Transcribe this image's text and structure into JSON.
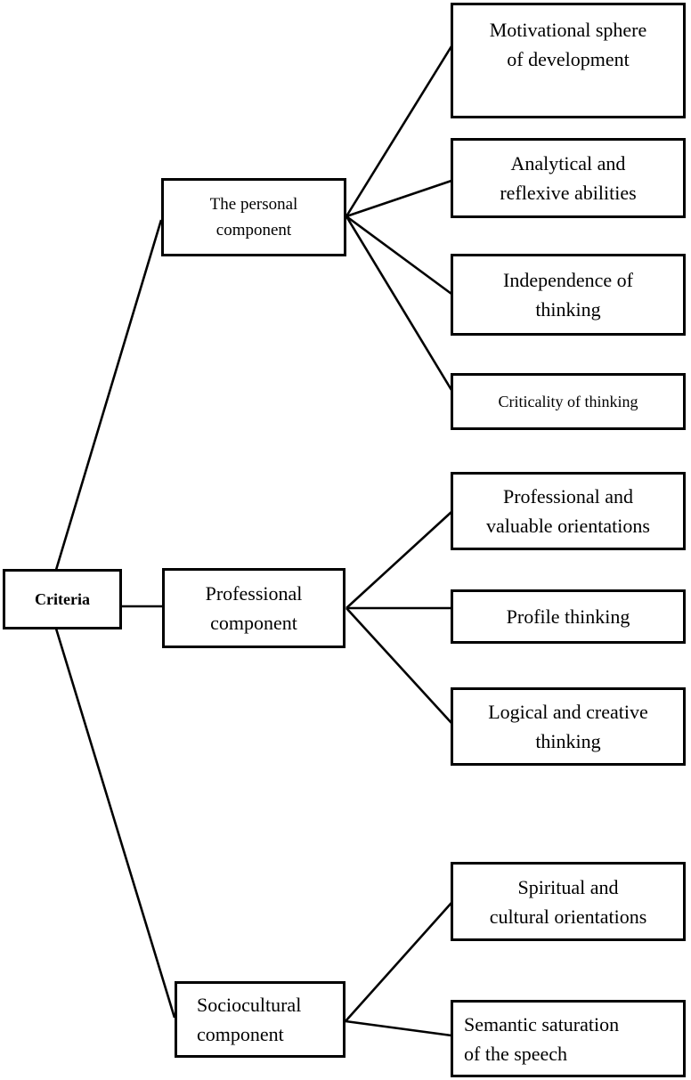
{
  "diagram": {
    "background_color": "#ffffff",
    "line_color": "#000000",
    "text_color": "#000000",
    "root": {
      "label": "Criteria",
      "lines": [
        "Criteria"
      ]
    },
    "branches": [
      {
        "label": "The personal component",
        "lines": [
          "The personal",
          "component"
        ],
        "children": [
          {
            "label": "Motivational sphere of development",
            "lines": [
              "Motivational sphere",
              "of development"
            ]
          },
          {
            "label": "Analytical and reflexive abilities",
            "lines": [
              "Analytical and",
              "reflexive abilities"
            ]
          },
          {
            "label": "Independence of thinking",
            "lines": [
              "Independence of",
              "thinking"
            ]
          },
          {
            "label": "Criticality of thinking",
            "lines": [
              "Criticality of thinking"
            ]
          }
        ]
      },
      {
        "label": "Professional component",
        "lines": [
          "Professional",
          "component"
        ],
        "children": [
          {
            "label": "Professional and valuable orientations",
            "lines": [
              "Professional and",
              "valuable orientations"
            ]
          },
          {
            "label": "Profile thinking",
            "lines": [
              "Profile thinking"
            ]
          },
          {
            "label": "Logical and creative thinking",
            "lines": [
              "Logical and creative",
              "thinking"
            ]
          }
        ]
      },
      {
        "label": "Sociocultural component",
        "lines": [
          "Sociocultural",
          "component"
        ],
        "children": [
          {
            "label": "Spiritual and cultural orientations",
            "lines": [
              "Spiritual and",
              "cultural orientations"
            ]
          },
          {
            "label": "Semantic saturation of the speech",
            "lines": [
              "Semantic saturation",
              "of the speech"
            ]
          }
        ]
      }
    ]
  }
}
